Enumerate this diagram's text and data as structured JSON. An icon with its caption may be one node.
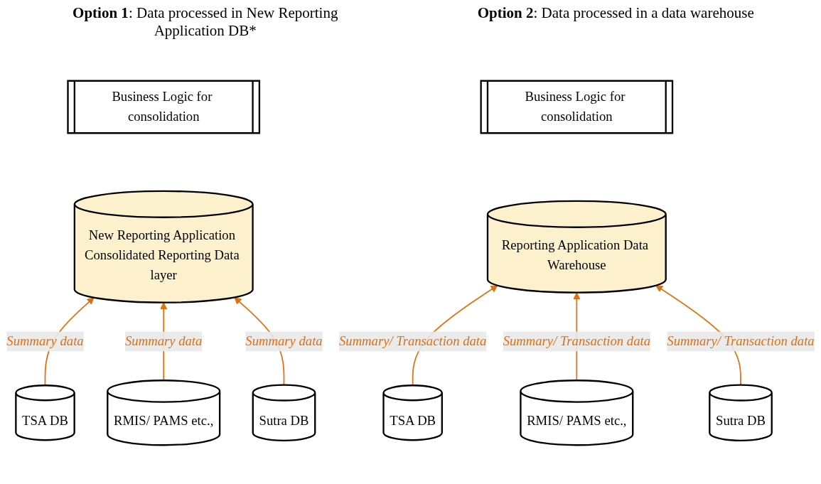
{
  "diagram": {
    "nodes": [
      {
        "text": [
          "Business Logic for consolidation"
        ]
      },
      {
        "text": [
          "New Reporting Application Consolidated Reporting Data layer"
        ]
      },
      {
        "text": [
          "TSA DB"
        ]
      },
      {
        "text": [
          "RMIS/ PAMS etc.,"
        ]
      },
      {
        "text": [
          "Sutra DB"
        ]
      },
      {
        "text": [
          "Business Logic for consolidation"
        ]
      },
      {
        "text": [
          "Reporting Application Data Warehouse"
        ]
      },
      {
        "text": [
          "TSA DB"
        ]
      },
      {
        "text": [
          "RMIS/ PAMS etc.,"
        ]
      },
      {
        "text": [
          "Sutra DB"
        ]
      }
    ],
    "edges": [
      {
        "from": 2,
        "to": 1,
        "arrow": "to",
        "label": "Summary data",
        "color": "#e07010"
      },
      {
        "from": 3,
        "to": 1,
        "arrow": "to",
        "label": "Summary data",
        "color": "#e07010"
      },
      {
        "from": 4,
        "to": 1,
        "arrow": "to",
        "label": "Summary data",
        "color": "#e07010"
      },
      {
        "from": 7,
        "to": 6,
        "arrow": "to",
        "label": "Summary/ Transaction data",
        "color": "#e07010"
      },
      {
        "from": 8,
        "to": 6,
        "arrow": "to",
        "label": "Summary/ Transaction data",
        "color": "#e07010"
      },
      {
        "from": 9,
        "to": 6,
        "arrow": "to",
        "label": "Summary/ Transaction data",
        "color": "#e07010"
      }
    ],
    "labels": [
      "**Option 1**: Data processed in New Reporting Application DB*",
      "**Option 2**: Data processed in  a data warehouse"
    ]
  }
}
